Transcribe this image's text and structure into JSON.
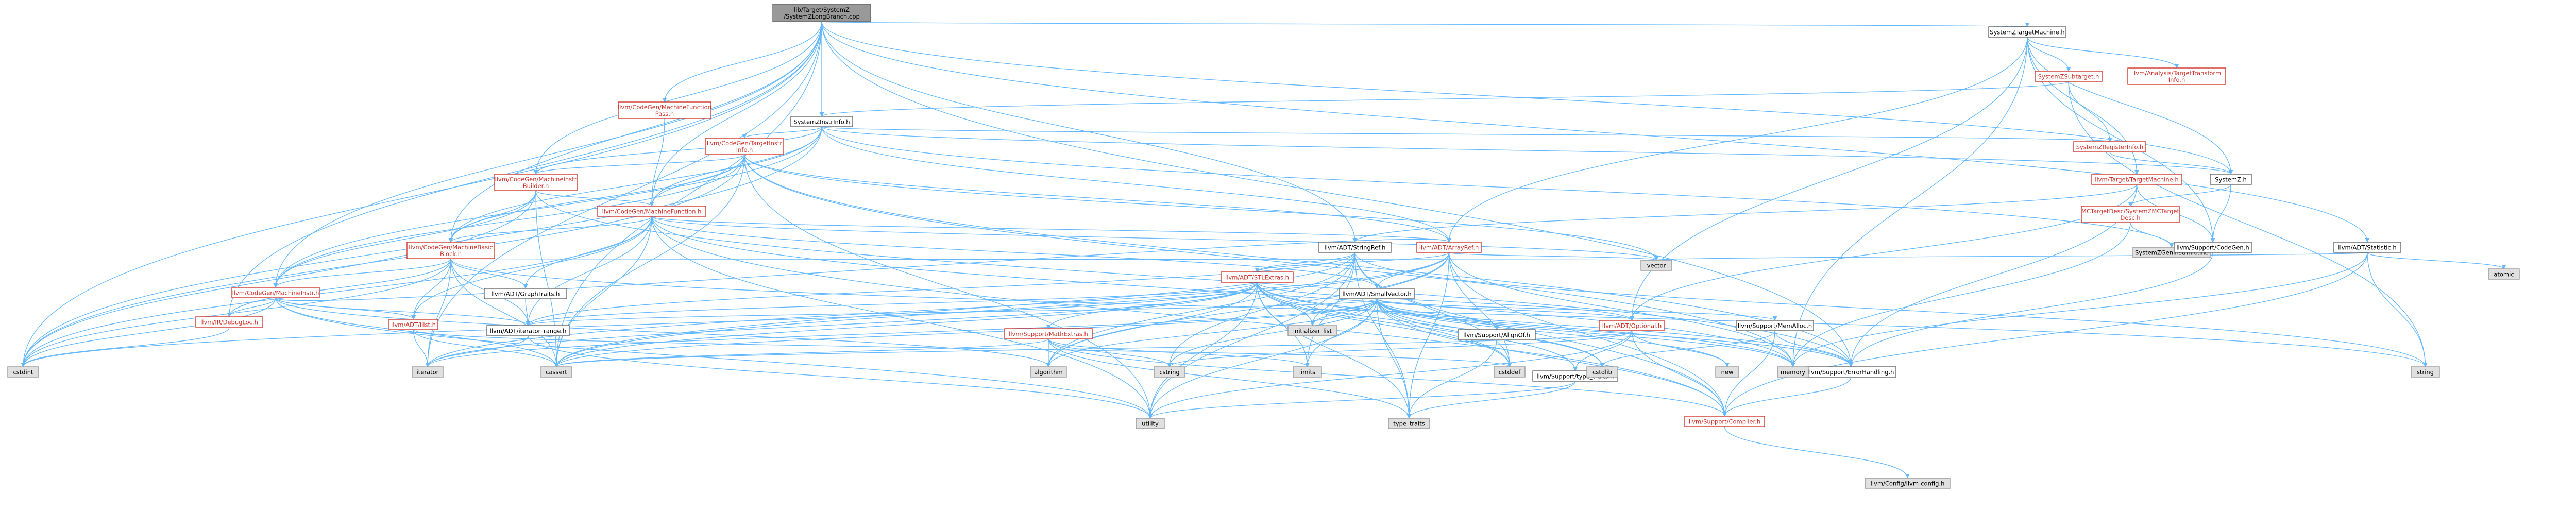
{
  "diagram": {
    "colors": {
      "edge": "#63b8ff",
      "root_fill": "#999999",
      "default_fill": "#ffffff",
      "default_stroke": "#666666",
      "red_stroke": "#d0342c",
      "red_text": "#d0342c",
      "gray_fill": "#e0e0e0",
      "gray_stroke": "#999999",
      "text": "#000000"
    },
    "nodes": [
      {
        "id": "root",
        "lines": [
          "lib/Target/SystemZ",
          "/SystemZLongBranch.cpp"
        ],
        "style": "root"
      },
      {
        "id": "tm",
        "lines": [
          "SystemZTargetMachine.h"
        ],
        "style": "default"
      },
      {
        "id": "instrinfo",
        "lines": [
          "SystemZInstrInfo.h"
        ],
        "style": "default"
      },
      {
        "id": "subtarget",
        "lines": [
          "SystemZSubtarget.h"
        ],
        "style": "red"
      },
      {
        "id": "tti",
        "lines": [
          "llvm/Analysis/TargetTransform",
          "Info.h"
        ],
        "style": "red"
      },
      {
        "id": "mfpass",
        "lines": [
          "llvm/CodeGen/MachineFunction",
          "Pass.h"
        ],
        "style": "red"
      },
      {
        "id": "tii",
        "lines": [
          "llvm/CodeGen/TargetInstr",
          "Info.h"
        ],
        "style": "red"
      },
      {
        "id": "mib",
        "lines": [
          "llvm/CodeGen/MachineInstr",
          "Builder.h"
        ],
        "style": "red"
      },
      {
        "id": "mf",
        "lines": [
          "llvm/CodeGen/MachineFunction.h"
        ],
        "style": "red"
      },
      {
        "id": "mbb",
        "lines": [
          "llvm/CodeGen/MachineBasic",
          "Block.h"
        ],
        "style": "red"
      },
      {
        "id": "mi",
        "lines": [
          "llvm/CodeGen/MachineInstr.h"
        ],
        "style": "red"
      },
      {
        "id": "debugloc",
        "lines": [
          "llvm/IR/DebugLoc.h"
        ],
        "style": "red"
      },
      {
        "id": "regs",
        "lines": [
          "SystemZRegisterInfo.h"
        ],
        "style": "red"
      },
      {
        "id": "systemzh",
        "lines": [
          "SystemZ.h"
        ],
        "style": "default"
      },
      {
        "id": "ttm",
        "lines": [
          "llvm/Target/TargetMachine.h"
        ],
        "style": "red"
      },
      {
        "id": "mcdesc",
        "lines": [
          "MCTargetDesc/SystemZMCTarget",
          "Desc.h"
        ],
        "style": "red"
      },
      {
        "id": "geninstr",
        "lines": [
          "SystemZGenInstrInfo.inc"
        ],
        "style": "gray"
      },
      {
        "id": "codegen",
        "lines": [
          "llvm/Support/CodeGen.h"
        ],
        "style": "default"
      },
      {
        "id": "statistic",
        "lines": [
          "llvm/ADT/Statistic.h"
        ],
        "style": "default"
      },
      {
        "id": "atomic",
        "lines": [
          "atomic"
        ],
        "style": "gray"
      },
      {
        "id": "stringref",
        "lines": [
          "llvm/ADT/StringRef.h"
        ],
        "style": "default"
      },
      {
        "id": "arrayref",
        "lines": [
          "llvm/ADT/ArrayRef.h"
        ],
        "style": "red"
      },
      {
        "id": "stlextras",
        "lines": [
          "llvm/ADT/STLExtras.h"
        ],
        "style": "red"
      },
      {
        "id": "smallvector",
        "lines": [
          "llvm/ADT/SmallVector.h"
        ],
        "style": "default"
      },
      {
        "id": "graphtraits",
        "lines": [
          "llvm/ADT/GraphTraits.h"
        ],
        "style": "default"
      },
      {
        "id": "ilist",
        "lines": [
          "llvm/ADT/ilist.h"
        ],
        "style": "red"
      },
      {
        "id": "iterrange",
        "lines": [
          "llvm/ADT/iterator_range.h"
        ],
        "style": "default"
      },
      {
        "id": "mathextras",
        "lines": [
          "llvm/Support/MathExtras.h"
        ],
        "style": "red"
      },
      {
        "id": "initlist",
        "lines": [
          "initializer_list"
        ],
        "style": "gray"
      },
      {
        "id": "alignof",
        "lines": [
          "llvm/Support/AlignOf.h"
        ],
        "style": "default"
      },
      {
        "id": "optional",
        "lines": [
          "llvm/ADT/Optional.h"
        ],
        "style": "red"
      },
      {
        "id": "memalloc",
        "lines": [
          "llvm/Support/MemAlloc.h"
        ],
        "style": "default"
      },
      {
        "id": "typetraitsh",
        "lines": [
          "llvm/Support/type_traits.h"
        ],
        "style": "default"
      },
      {
        "id": "errhandling",
        "lines": [
          "llvm/Support/ErrorHandling.h"
        ],
        "style": "default"
      },
      {
        "id": "compiler",
        "lines": [
          "llvm/Support/Compiler.h"
        ],
        "style": "red"
      },
      {
        "id": "config",
        "lines": [
          "llvm/Config/llvm-config.h"
        ],
        "style": "gray"
      },
      {
        "id": "vector",
        "lines": [
          "vector"
        ],
        "style": "gray"
      },
      {
        "id": "memory",
        "lines": [
          "memory"
        ],
        "style": "gray"
      },
      {
        "id": "string",
        "lines": [
          "string"
        ],
        "style": "gray"
      },
      {
        "id": "cstdint",
        "lines": [
          "cstdint"
        ],
        "style": "gray"
      },
      {
        "id": "iterator",
        "lines": [
          "iterator"
        ],
        "style": "gray"
      },
      {
        "id": "cassert",
        "lines": [
          "cassert"
        ],
        "style": "gray"
      },
      {
        "id": "algorithm",
        "lines": [
          "algorithm"
        ],
        "style": "gray"
      },
      {
        "id": "utility",
        "lines": [
          "utility"
        ],
        "style": "gray"
      },
      {
        "id": "cstring",
        "lines": [
          "cstring"
        ],
        "style": "gray"
      },
      {
        "id": "limits",
        "lines": [
          "limits"
        ],
        "style": "gray"
      },
      {
        "id": "cstddef",
        "lines": [
          "cstddef"
        ],
        "style": "gray"
      },
      {
        "id": "cstdlib",
        "lines": [
          "cstdlib"
        ],
        "style": "gray"
      },
      {
        "id": "new",
        "lines": [
          "new"
        ],
        "style": "gray"
      },
      {
        "id": "type_traits",
        "lines": [
          "type_traits"
        ],
        "style": "gray"
      }
    ],
    "edges": [
      [
        "root",
        "tm"
      ],
      [
        "root",
        "instrinfo"
      ],
      [
        "root",
        "mfpass"
      ],
      [
        "root",
        "mf"
      ],
      [
        "root",
        "mib"
      ],
      [
        "root",
        "mbb"
      ],
      [
        "root",
        "mi"
      ],
      [
        "root",
        "debugloc"
      ],
      [
        "root",
        "statistic"
      ],
      [
        "root",
        "stringref"
      ],
      [
        "root",
        "errhandling"
      ],
      [
        "root",
        "cstdint"
      ],
      [
        "root",
        "cassert"
      ],
      [
        "root",
        "iterator"
      ],
      [
        "root",
        "systemzh"
      ],
      [
        "tm",
        "subtarget"
      ],
      [
        "tm",
        "tti"
      ],
      [
        "tm",
        "ttm"
      ],
      [
        "tm",
        "systemzh"
      ],
      [
        "tm",
        "codegen"
      ],
      [
        "tm",
        "optional"
      ],
      [
        "tm",
        "memory"
      ],
      [
        "tm",
        "arrayref"
      ],
      [
        "subtarget",
        "instrinfo"
      ],
      [
        "subtarget",
        "regs"
      ],
      [
        "subtarget",
        "string"
      ],
      [
        "instrinfo",
        "tii"
      ],
      [
        "instrinfo",
        "mf"
      ],
      [
        "instrinfo",
        "mib"
      ],
      [
        "instrinfo",
        "mbb"
      ],
      [
        "instrinfo",
        "mi"
      ],
      [
        "instrinfo",
        "regs"
      ],
      [
        "instrinfo",
        "systemzh"
      ],
      [
        "instrinfo",
        "geninstr"
      ],
      [
        "instrinfo",
        "arrayref"
      ],
      [
        "instrinfo",
        "cstdint"
      ],
      [
        "mfpass",
        "mf"
      ],
      [
        "tii",
        "mib"
      ],
      [
        "tii",
        "mf"
      ],
      [
        "tii",
        "mbb"
      ],
      [
        "tii",
        "mi"
      ],
      [
        "tii",
        "arrayref"
      ],
      [
        "tii",
        "errhandling"
      ],
      [
        "tii",
        "cassert"
      ],
      [
        "tii",
        "cstdint"
      ],
      [
        "tii",
        "utility"
      ],
      [
        "tii",
        "vector"
      ],
      [
        "tii",
        "memory"
      ],
      [
        "mib",
        "mf"
      ],
      [
        "mib",
        "mbb"
      ],
      [
        "mib",
        "mi"
      ],
      [
        "mib",
        "errhandling"
      ],
      [
        "mib",
        "cstdint"
      ],
      [
        "mib",
        "cassert"
      ],
      [
        "mf",
        "mbb"
      ],
      [
        "mf",
        "arrayref"
      ],
      [
        "mf",
        "smallvector"
      ],
      [
        "mf",
        "graphtraits"
      ],
      [
        "mf",
        "ilist"
      ],
      [
        "mf",
        "iterrange"
      ],
      [
        "mf",
        "compiler"
      ],
      [
        "mf",
        "cassert"
      ],
      [
        "mf",
        "cstdint"
      ],
      [
        "mf",
        "memory"
      ],
      [
        "mf",
        "utility"
      ],
      [
        "mf",
        "vector"
      ],
      [
        "mbb",
        "mi"
      ],
      [
        "mbb",
        "graphtraits"
      ],
      [
        "mbb",
        "ilist"
      ],
      [
        "mbb",
        "iterrange"
      ],
      [
        "mbb",
        "debugloc"
      ],
      [
        "mbb",
        "cassert"
      ],
      [
        "mbb",
        "cstdint"
      ],
      [
        "mbb",
        "iterator"
      ],
      [
        "mbb",
        "string"
      ],
      [
        "mbb",
        "vector"
      ],
      [
        "mi",
        "debugloc"
      ],
      [
        "mi",
        "iterrange"
      ],
      [
        "mi",
        "arrayref"
      ],
      [
        "mi",
        "ilist"
      ],
      [
        "mi",
        "cassert"
      ],
      [
        "mi",
        "cstdint"
      ],
      [
        "mi",
        "utility"
      ],
      [
        "mi",
        "algorithm"
      ],
      [
        "regs",
        "systemzh"
      ],
      [
        "systemzh",
        "codegen"
      ],
      [
        "systemzh",
        "mcdesc"
      ],
      [
        "mcdesc",
        "geninstr"
      ],
      [
        "mcdesc",
        "memory"
      ],
      [
        "ttm",
        "codegen"
      ],
      [
        "ttm",
        "errhandling"
      ],
      [
        "ttm",
        "stringref"
      ],
      [
        "ttm",
        "optional"
      ],
      [
        "codegen",
        "errhandling"
      ],
      [
        "statistic",
        "compiler"
      ],
      [
        "statistic",
        "atomic"
      ],
      [
        "statistic",
        "memory"
      ],
      [
        "statistic",
        "string"
      ],
      [
        "statistic",
        "vector"
      ],
      [
        "stringref",
        "stlextras"
      ],
      [
        "stringref",
        "iterrange"
      ],
      [
        "stringref",
        "compiler"
      ],
      [
        "stringref",
        "algorithm"
      ],
      [
        "stringref",
        "cassert"
      ],
      [
        "stringref",
        "cstddef"
      ],
      [
        "stringref",
        "cstring"
      ],
      [
        "stringref",
        "limits"
      ],
      [
        "stringref",
        "string"
      ],
      [
        "stringref",
        "type_traits"
      ],
      [
        "stringref",
        "utility"
      ],
      [
        "arrayref",
        "smallvector"
      ],
      [
        "arrayref",
        "stlextras"
      ],
      [
        "arrayref",
        "compiler"
      ],
      [
        "arrayref",
        "algorithm"
      ],
      [
        "arrayref",
        "cassert"
      ],
      [
        "arrayref",
        "cstddef"
      ],
      [
        "arrayref",
        "initlist"
      ],
      [
        "arrayref",
        "iterator"
      ],
      [
        "arrayref",
        "memory"
      ],
      [
        "arrayref",
        "type_traits"
      ],
      [
        "arrayref",
        "vector"
      ],
      [
        "stlextras",
        "optional"
      ],
      [
        "stlextras",
        "iterrange"
      ],
      [
        "stlextras",
        "mathextras"
      ],
      [
        "stlextras",
        "errhandling"
      ],
      [
        "stlextras",
        "algorithm"
      ],
      [
        "stlextras",
        "cassert"
      ],
      [
        "stlextras",
        "cstddef"
      ],
      [
        "stlextras",
        "cstdint"
      ],
      [
        "stlextras",
        "cstdlib"
      ],
      [
        "stlextras",
        "initlist"
      ],
      [
        "stlextras",
        "iterator"
      ],
      [
        "stlextras",
        "limits"
      ],
      [
        "stlextras",
        "memory"
      ],
      [
        "stlextras",
        "type_traits"
      ],
      [
        "stlextras",
        "utility"
      ],
      [
        "stlextras",
        "typetraitsh"
      ],
      [
        "smallvector",
        "iterrange"
      ],
      [
        "smallvector",
        "compiler"
      ],
      [
        "smallvector",
        "errhandling"
      ],
      [
        "smallvector",
        "memalloc"
      ],
      [
        "smallvector",
        "typetraitsh"
      ],
      [
        "smallvector",
        "alignof"
      ],
      [
        "smallvector",
        "algorithm"
      ],
      [
        "smallvector",
        "cassert"
      ],
      [
        "smallvector",
        "cstddef"
      ],
      [
        "smallvector",
        "cstdlib"
      ],
      [
        "smallvector",
        "cstring"
      ],
      [
        "smallvector",
        "initlist"
      ],
      [
        "smallvector",
        "iterator"
      ],
      [
        "smallvector",
        "limits"
      ],
      [
        "smallvector",
        "memory"
      ],
      [
        "smallvector",
        "new"
      ],
      [
        "smallvector",
        "type_traits"
      ],
      [
        "smallvector",
        "utility"
      ],
      [
        "smallvector",
        "optional"
      ],
      [
        "graphtraits",
        "iterrange"
      ],
      [
        "ilist",
        "iterator"
      ],
      [
        "ilist",
        "cassert"
      ],
      [
        "ilist",
        "cstddef"
      ],
      [
        "iterrange",
        "iterator"
      ],
      [
        "iterrange",
        "utility"
      ],
      [
        "mathextras",
        "compiler"
      ],
      [
        "mathextras",
        "cassert"
      ],
      [
        "mathextras",
        "climits"
      ],
      [
        "mathextras",
        "cstring"
      ],
      [
        "mathextras",
        "limits"
      ],
      [
        "mathextras",
        "type_traits"
      ],
      [
        "mathextras",
        "algorithm"
      ],
      [
        "alignof",
        "type_traits"
      ],
      [
        "optional",
        "compiler"
      ],
      [
        "optional",
        "typetraitsh"
      ],
      [
        "optional",
        "cassert"
      ],
      [
        "optional",
        "cstring"
      ],
      [
        "optional",
        "new"
      ],
      [
        "optional",
        "utility"
      ],
      [
        "memalloc",
        "compiler"
      ],
      [
        "memalloc",
        "errhandling"
      ],
      [
        "memalloc",
        "cstdlib"
      ],
      [
        "typetraitsh",
        "utility"
      ],
      [
        "typetraitsh",
        "type_traits"
      ],
      [
        "errhandling",
        "compiler"
      ],
      [
        "compiler",
        "config"
      ],
      [
        "debugloc",
        "cstdint"
      ]
    ]
  }
}
